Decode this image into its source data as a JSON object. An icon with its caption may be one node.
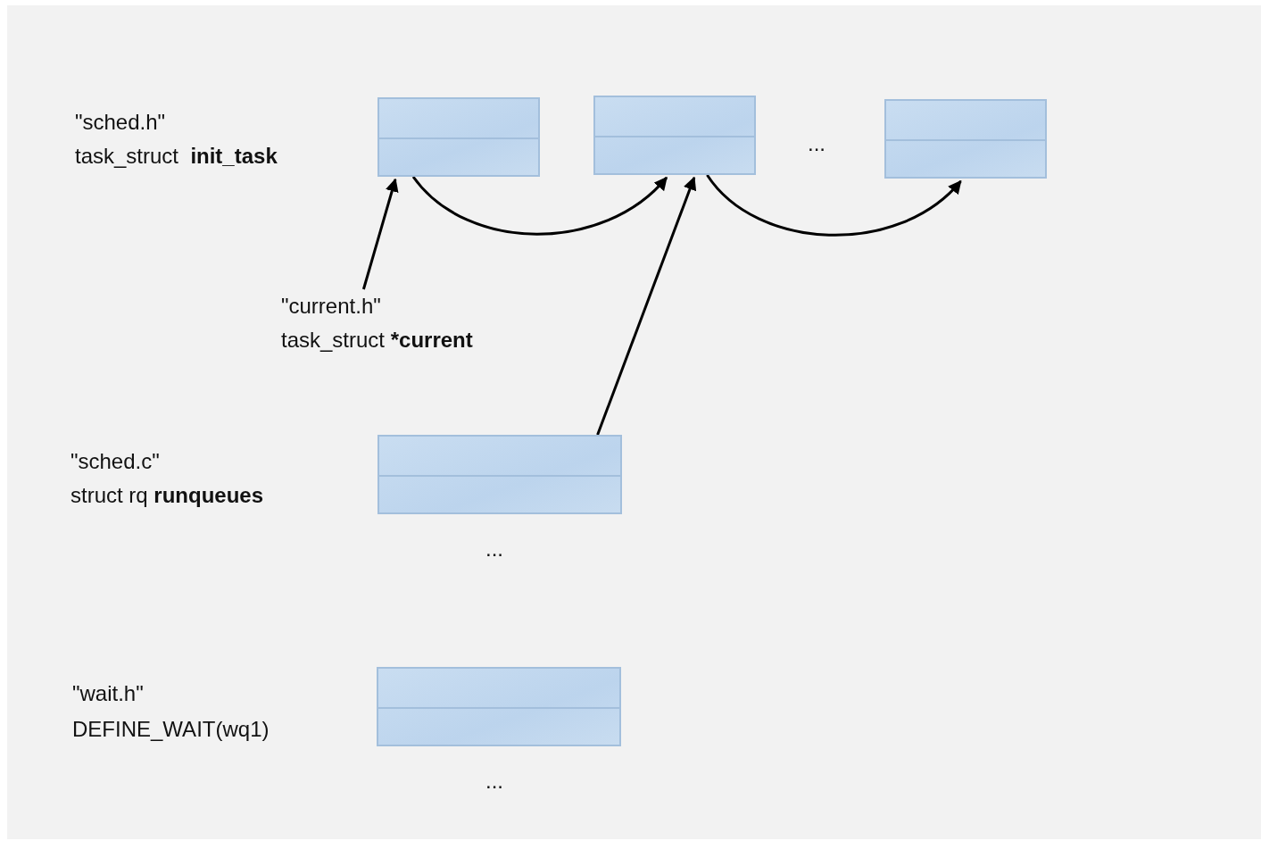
{
  "diagram": {
    "nodes": [
      {
        "text": [],
        "shape": "box"
      },
      {
        "text": [],
        "shape": "box"
      },
      {
        "text": [],
        "shape": "box"
      },
      {
        "text": [
          "\"current.h\"",
          "task_struct ***current**"
        ]
      },
      {
        "text": [],
        "shape": "box"
      },
      {
        "text": [],
        "shape": "box"
      }
    ],
    "edges": [
      {
        "from": 0,
        "to": 1,
        "arrow": "to"
      },
      {
        "from": 1,
        "to": 2,
        "arrow": "to"
      },
      {
        "from": 3,
        "to": 0,
        "arrow": "to"
      },
      {
        "from": 4,
        "to": 1,
        "arrow": "to"
      }
    ],
    "labels": [
      "\"sched.h\"",
      "task_struct  **init_task**",
      "...",
      "\"sched.c\"",
      "struct rq **runqueues**",
      "...",
      "\"wait.h\"",
      "DEFINE_WAIT(wq1)",
      "..."
    ]
  }
}
